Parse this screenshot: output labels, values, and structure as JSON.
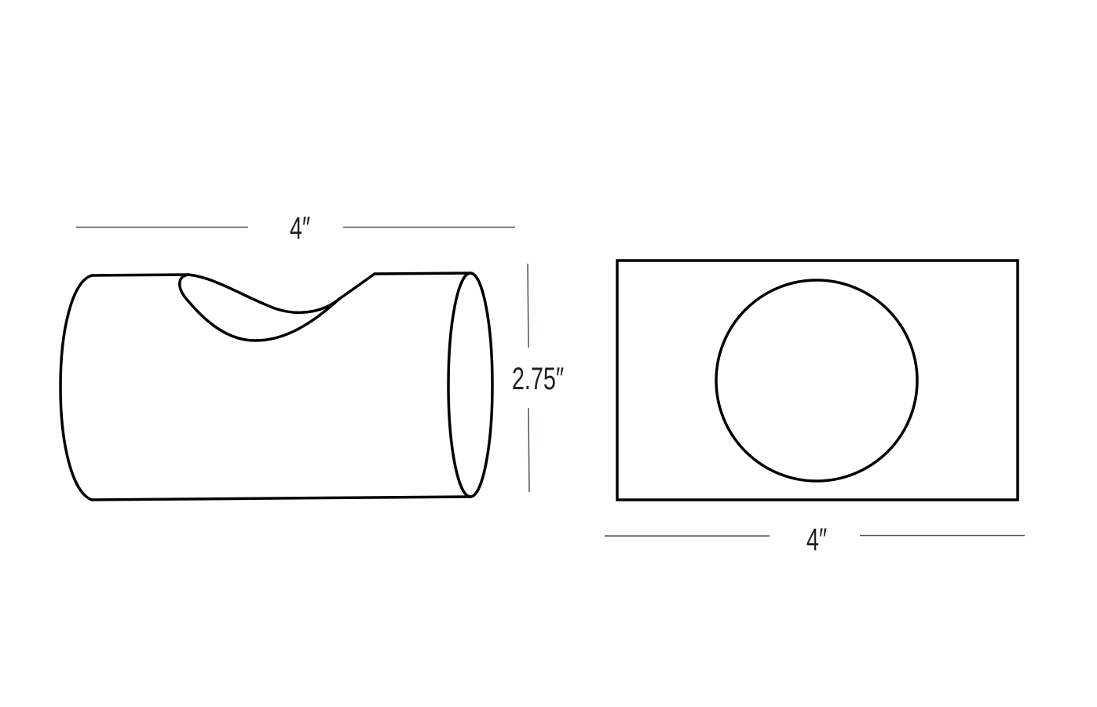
{
  "diagram": {
    "type": "product-dimension-drawing",
    "colors": {
      "outline": "#000000",
      "dimension_line": "#4a5560",
      "label": "#231f20",
      "background": "#ffffff"
    },
    "side_view": {
      "width_label": "4″",
      "height_label": "2.75″"
    },
    "top_view": {
      "width_label": "4″"
    }
  }
}
